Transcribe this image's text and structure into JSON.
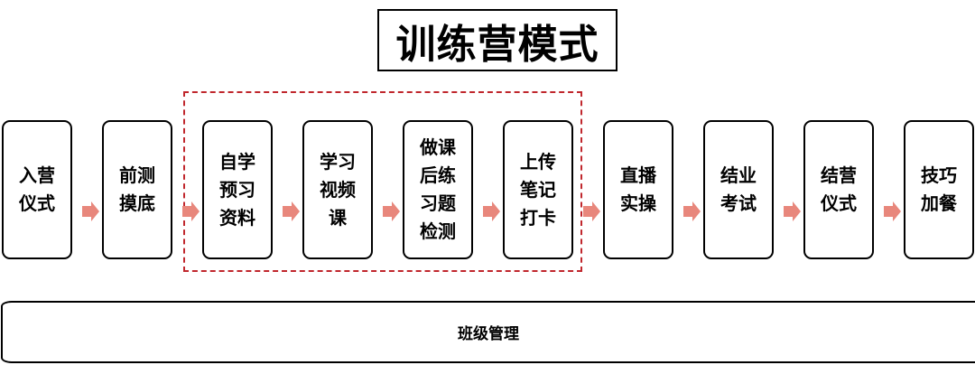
{
  "title": "训练营模式",
  "steps": [
    {
      "lines": [
        "入营",
        "仪式"
      ]
    },
    {
      "lines": [
        "前测",
        "摸底"
      ]
    },
    {
      "lines": [
        "自学",
        "预习",
        "资料"
      ]
    },
    {
      "lines": [
        "学习",
        "视频",
        "课"
      ]
    },
    {
      "lines": [
        "做课",
        "后练",
        "习题",
        "检测"
      ]
    },
    {
      "lines": [
        "上传",
        "笔记",
        "打卡"
      ]
    },
    {
      "lines": [
        "直播",
        "实操"
      ]
    },
    {
      "lines": [
        "结业",
        "考试"
      ]
    },
    {
      "lines": [
        "结营",
        "仪式"
      ]
    },
    {
      "lines": [
        "技巧",
        "加餐"
      ]
    }
  ],
  "bottom_bar": "班级管理",
  "colors": {
    "arrow": "#e8877c",
    "dashed_border": "#c0272d"
  }
}
